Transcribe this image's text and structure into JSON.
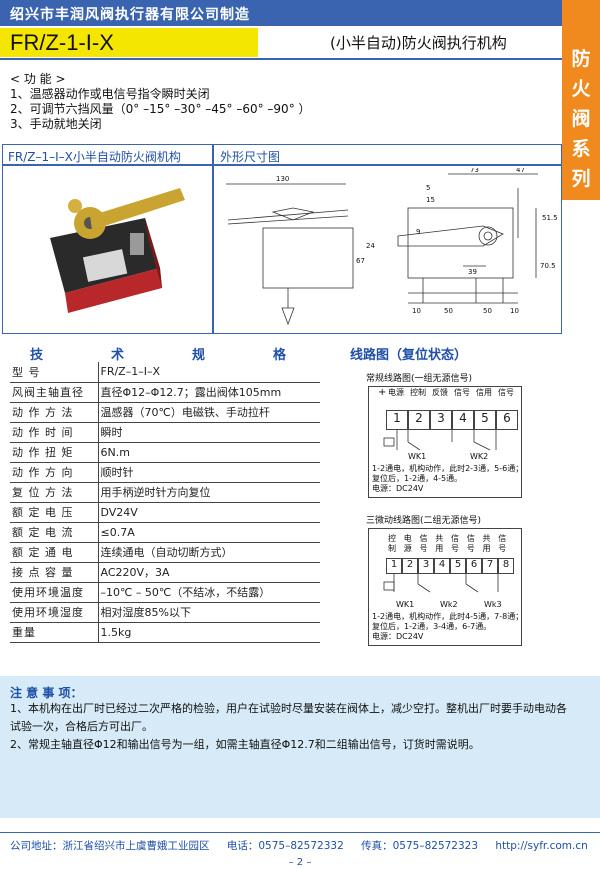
{
  "header": {
    "company": "绍兴市丰润风阀执行器有限公司制造",
    "model": "FR/Z-1-I-X",
    "subtitle": "(小半自动)防火阀执行机构"
  },
  "sidebar": {
    "chars": [
      "防",
      "火",
      "阀",
      "系",
      "列"
    ]
  },
  "function": {
    "title": "< 功  能 >",
    "lines": [
      "1、温感器动作或电信号指令瞬时关闭",
      "2、可调节六挡风量（0°  –15°  –30°  –45°  –60°  –90° ）",
      "3、手动就地关闭"
    ]
  },
  "photo_panel": {
    "title": "FR/Z–1–I–X小半自动防火阀机构"
  },
  "dims_panel": {
    "title": "外形尺寸图",
    "dims": [
      "130",
      "73",
      "47",
      "5",
      "15",
      "51.5",
      "9",
      "24",
      "67",
      "70.5",
      "39",
      "10",
      "50",
      "50",
      "10"
    ]
  },
  "specs": {
    "headers": [
      "技",
      "术",
      "规",
      "格"
    ],
    "rows": [
      {
        "k": "型          号",
        "v": "FR/Z–1–I–X"
      },
      {
        "k": "风阀主轴直径",
        "v": "直径Φ12–Φ12.7；露出阀体105mm"
      },
      {
        "k": "动 作 方 法",
        "v": "温感器（70℃）电磁铁、手动拉杆"
      },
      {
        "k": "动 作 时 间",
        "v": "瞬时"
      },
      {
        "k": "动 作 扭 矩",
        "v": "6N.m"
      },
      {
        "k": "动 作 方 向",
        "v": "顺时针"
      },
      {
        "k": "复 位 方 法",
        "v": "用手柄逆时针方向复位"
      },
      {
        "k": "额 定 电 压",
        "v": "DV24V"
      },
      {
        "k": "额 定 电 流",
        "v": "≤0.7A"
      },
      {
        "k": "额 定 通 电",
        "v": "连续通电（自动切断方式）"
      },
      {
        "k": "接 点 容 量",
        "v": "AC220V，3A"
      },
      {
        "k": "使用环境温度",
        "v": "–10℃ – 50℃（不结冰，不结露）"
      },
      {
        "k": "使用环境湿度",
        "v": "相对湿度85%以下"
      },
      {
        "k": "重量",
        "v": "1.5kg"
      }
    ]
  },
  "circuit": {
    "title": "线路图（复位状态）",
    "c1": {
      "title": "常规线路图(一组无源信号)",
      "labels": [
        "电源",
        "控制",
        "反馈",
        "信号",
        "信用",
        "信号"
      ],
      "terminals": [
        "1",
        "2",
        "3",
        "4",
        "5",
        "6"
      ],
      "switches": [
        "WK1",
        "WK2"
      ],
      "notes": [
        "1-2通电，机构动作，此时2-3通，5-6通；",
        "复位后，1-2通，4-5通。",
        "电源：DC24V"
      ]
    },
    "c2": {
      "title": "三微动线路图(二组无源信号)",
      "labels": [
        "控制",
        "电源",
        "信号",
        "共用",
        "信号",
        "信号",
        "共用",
        "信号"
      ],
      "terminals": [
        "1",
        "2",
        "3",
        "4",
        "5",
        "6",
        "7",
        "8"
      ],
      "switches": [
        "WK1",
        "Wk2",
        "Wk3"
      ],
      "notes": [
        "1-2通电，机构动作，此时4-5通，7-8通；",
        "复位后，1-2通，3-4通，6-7通。",
        "电源：DC24V"
      ]
    }
  },
  "notes": {
    "title": "注 意 事 项：",
    "lines": [
      "1、本机构在出厂时已经过二次严格的检验，用户在试验时尽量安装在阀体上，减少空打。整机出厂时要手动电动各试验一次，合格后方可出厂。",
      "2、常规主轴直径Φ12和输出信号为一组，如需主轴直径Φ12.7和二组输出信号，订货时需说明。"
    ]
  },
  "footer": {
    "address": "公司地址：浙江省绍兴市上虞曹娥工业园区",
    "tel": "电话：0575–82572332",
    "fax": "传真：0575–82572323",
    "web": "http://syfr.com.cn",
    "page": "– 2 –"
  },
  "colors": {
    "brand_blue": "#3a64b0",
    "accent_yellow": "#f5e600",
    "sidebar_orange": "#f08a1e",
    "note_bg": "#d6ebf7"
  }
}
